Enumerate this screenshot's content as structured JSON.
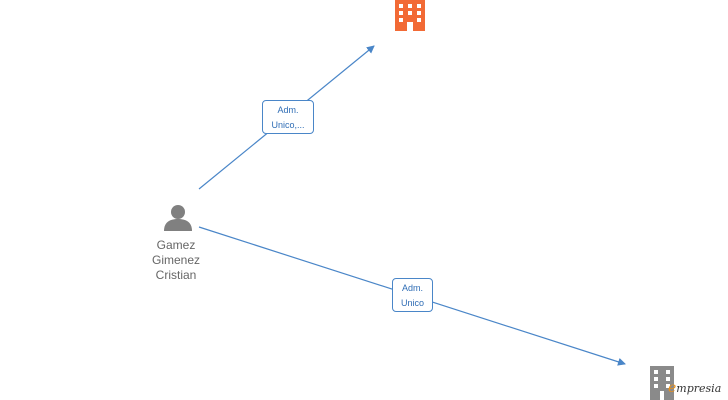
{
  "person": {
    "name_lines": [
      "Gamez",
      "Gimenez",
      "Cristian"
    ],
    "icon": "person-icon",
    "color": "#808080"
  },
  "companies": [
    {
      "icon": "building-icon",
      "color": "#f26a35"
    },
    {
      "icon": "building-icon",
      "color": "#8a8a8a"
    }
  ],
  "edges": [
    {
      "label_lines": [
        "Adm.",
        "Unico,..."
      ],
      "color": "#4a86c8"
    },
    {
      "label_lines": [
        "Adm.",
        "Unico"
      ],
      "color": "#4a86c8"
    }
  ],
  "watermark": {
    "first_letter": "e",
    "rest": "mpresia",
    "accent_color": "#e8901b"
  }
}
